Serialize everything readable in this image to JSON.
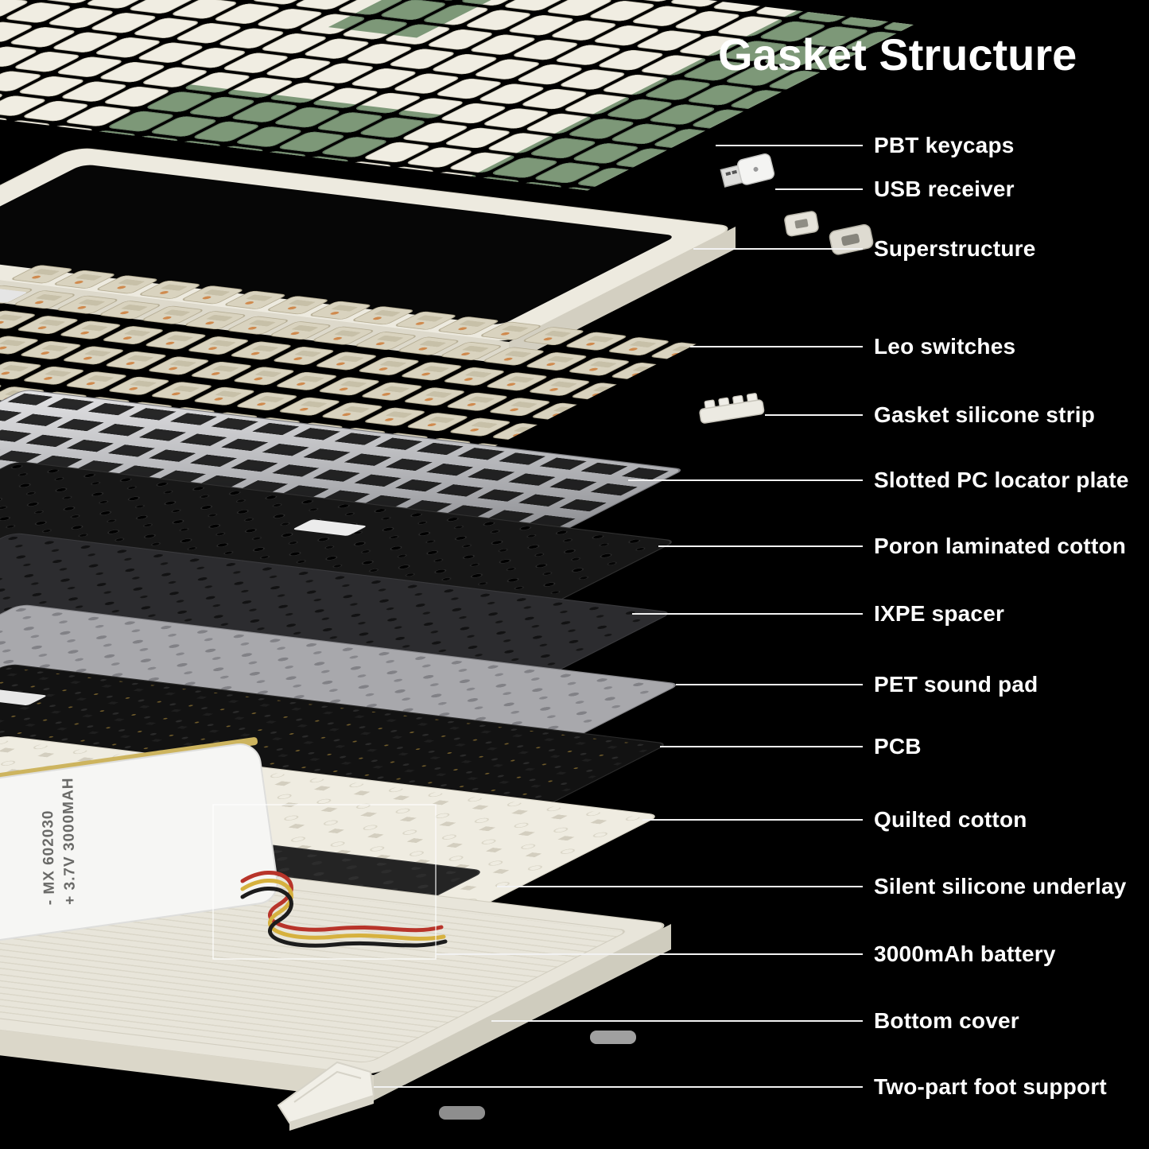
{
  "title": "Gasket Structure",
  "parts": [
    {
      "label": "PBT keycaps"
    },
    {
      "label": "USB receiver"
    },
    {
      "label": "Superstructure"
    },
    {
      "label": "Leo switches"
    },
    {
      "label": "Gasket silicone strip"
    },
    {
      "label": "Slotted PC locator plate"
    },
    {
      "label": "Poron laminated cotton"
    },
    {
      "label": "IXPE spacer"
    },
    {
      "label": "PET sound pad"
    },
    {
      "label": "PCB"
    },
    {
      "label": "Quilted cotton"
    },
    {
      "label": "Silent silicone underlay"
    },
    {
      "label": "3000mAh battery"
    },
    {
      "label": "Bottom cover"
    },
    {
      "label": "Two-part foot support"
    }
  ],
  "illustration": {
    "battery_line1": "- MX 602030",
    "battery_line2": "+ 3.7V 3000MAH"
  },
  "colors": {
    "background": "#000000",
    "text": "#ffffff",
    "keycap_white": "#f0ede2",
    "keycap_green": "#7d9878",
    "case_cream": "#edeadf",
    "switch_beige": "#d9d3bf",
    "plate_silver": "#9fa0a3"
  }
}
